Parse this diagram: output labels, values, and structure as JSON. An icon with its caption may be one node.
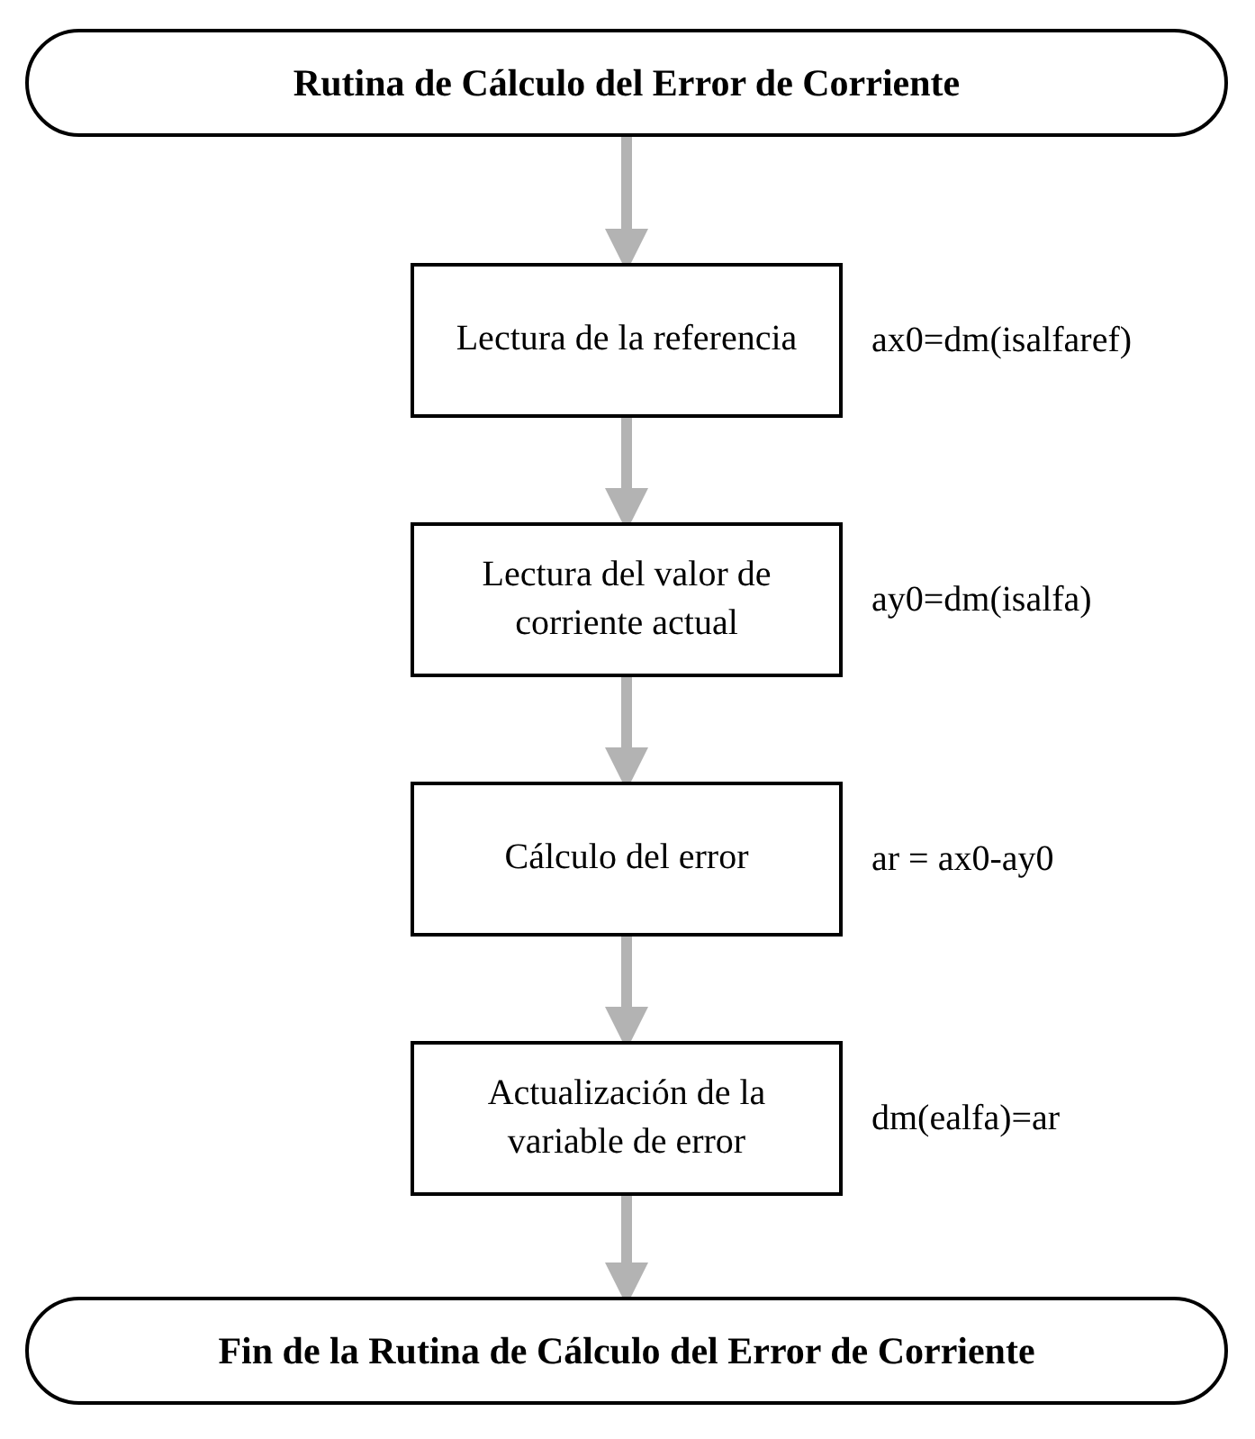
{
  "diagram": {
    "nodes": [
      {
        "text": [
          "Rutina de Cálculo del Error de Corriente"
        ]
      },
      {
        "text": [
          "Lectura de la referencia"
        ],
        "beside": [
          "ax0=dm(isalfaref)"
        ]
      },
      {
        "text": [
          "Lectura del valor de corriente actual"
        ],
        "beside": [
          "ay0=dm(isalfa)"
        ]
      },
      {
        "text": [
          "Cálculo del error"
        ],
        "beside": [
          "ar = ax0-ay0"
        ]
      },
      {
        "text": [
          "Actualización de la variable de error"
        ],
        "beside": [
          "dm(ealfa)=ar"
        ]
      },
      {
        "text": [
          "Fin de la Rutina de Cálculo del Error de Corriente"
        ]
      }
    ],
    "edges": [
      {
        "from": 0,
        "to": 1,
        "arrow": "to"
      },
      {
        "from": 1,
        "to": 2,
        "arrow": "to"
      },
      {
        "from": 2,
        "to": 3,
        "arrow": "to"
      },
      {
        "from": 3,
        "to": 4,
        "arrow": "to"
      },
      {
        "from": 4,
        "to": 5,
        "arrow": "to"
      }
    ]
  }
}
